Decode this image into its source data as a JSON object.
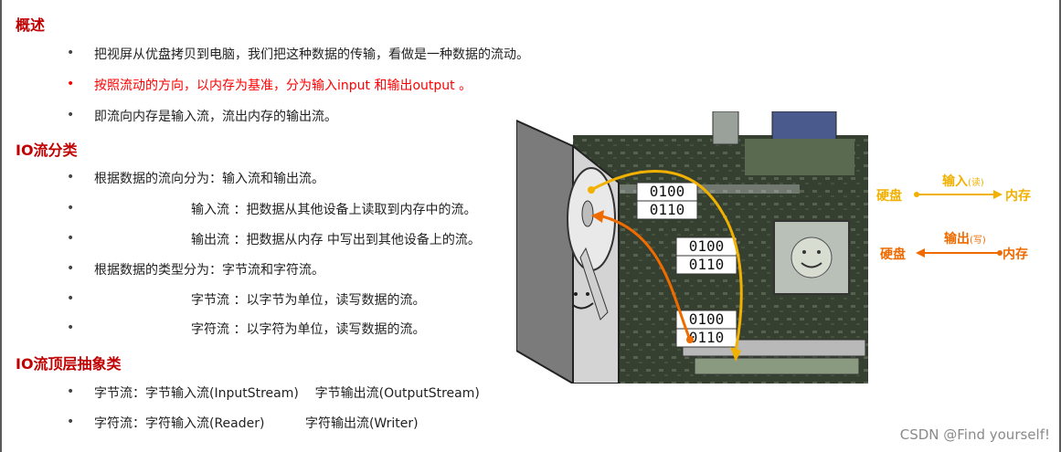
{
  "sections": [
    {
      "title": "概述"
    },
    {
      "title": "IO流分类"
    },
    {
      "title": "IO流顶层抽象类"
    }
  ],
  "bullets": {
    "overview_1": "把视屏从优盘拷贝到电脑，我们把这种数据的传输，看做是一种数据的流动。",
    "overview_2": "按照流动的方向，以内存为基准，分为输入input 和输出output 。",
    "overview_3": "即流向内存是输入流，流出内存的输出流。",
    "class_1": "根据数据的流向分为：输入流和输出流。",
    "class_2": "输入流 ：把数据从其他设备上读取到内存中的流。",
    "class_3": "输出流 ：把数据从内存 中写出到其他设备上的流。",
    "class_4": "根据数据的类型分为：字节流和字符流。",
    "class_5": "字节流 ：以字节为单位，读写数据的流。",
    "class_6": "字符流 ：以字符为单位，读写数据的流。",
    "top_1": "字节流：字节输入流(InputStream)    字节输出流(OutputStream)",
    "top_2": "字符流：字符输入流(Reader)          字符输出流(Writer)"
  },
  "bullet_symbol": "•",
  "legend": {
    "input_label": "输入",
    "input_read": "(读)",
    "output_label": "输出",
    "output_write": "(写)",
    "disk": "硬盘",
    "memory": "内存"
  },
  "illustration": {
    "bits_1a": "0100",
    "bits_1b": "0110",
    "bits_2a": "0100",
    "bits_2b": "0110",
    "bits_3a": "0100",
    "bits_3b": "0110"
  },
  "watermark": "CSDN @Find yourself!",
  "colors": {
    "heading": "#c00000",
    "highlight": "#ff0000",
    "input_arrow": "#f2b100",
    "output_arrow": "#ef6b00"
  }
}
